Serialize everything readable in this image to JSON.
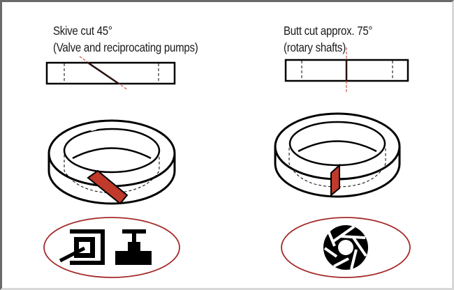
{
  "skive": {
    "title": "Skive cut 45°",
    "subtitle": "(Valve and reciprocating pumps)",
    "applications": [
      "valve-icon",
      "reciprocating-pump-icon"
    ]
  },
  "butt": {
    "title": "Butt cut approx. 75°",
    "subtitle": "(rotary shafts)",
    "applications": [
      "rotary-shaft-icon"
    ]
  },
  "colors": {
    "accent_red": "#c0392b",
    "oval_red": "#a52a2a",
    "line": "#000000",
    "frame_dark": "#6a6a6a",
    "frame_light": "#d8d8d8"
  }
}
